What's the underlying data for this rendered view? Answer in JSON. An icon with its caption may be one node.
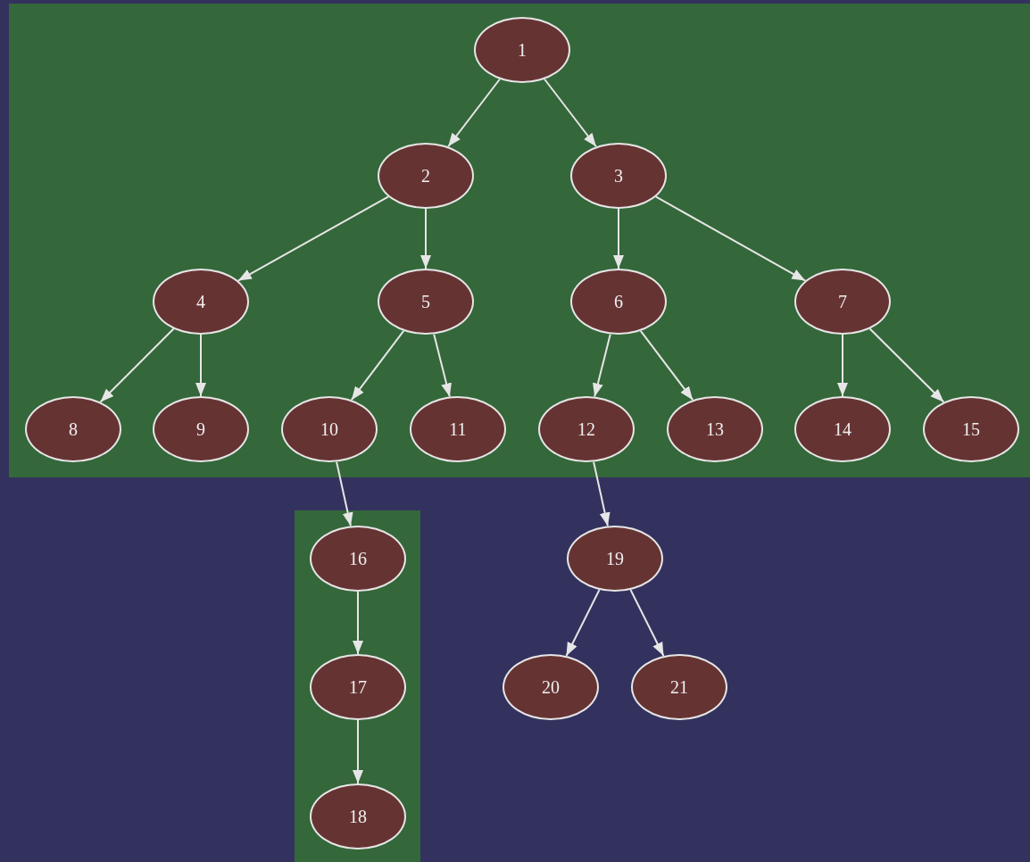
{
  "diagram": {
    "nodes": [
      {
        "text": [],
        "shape": "box"
      },
      {
        "text": [
          "1"
        ],
        "in": 0
      },
      {
        "text": [
          "2"
        ],
        "in": 0
      },
      {
        "text": [
          "3"
        ],
        "in": 0
      },
      {
        "text": [
          "4"
        ],
        "in": 0
      },
      {
        "text": [
          "5"
        ],
        "in": 0
      },
      {
        "text": [
          "6"
        ],
        "in": 0
      },
      {
        "text": [
          "7"
        ],
        "in": 0
      },
      {
        "text": [
          "8"
        ],
        "in": 0
      },
      {
        "text": [
          "9"
        ],
        "in": 0
      },
      {
        "text": [
          "10"
        ],
        "in": 0
      },
      {
        "text": [
          "11"
        ],
        "in": 0
      },
      {
        "text": [
          "12"
        ],
        "in": 0
      },
      {
        "text": [
          "13"
        ],
        "in": 0
      },
      {
        "text": [
          "14"
        ],
        "in": 0
      },
      {
        "text": [
          "15"
        ],
        "in": 0
      },
      {
        "text": [],
        "shape": "box"
      },
      {
        "text": [
          "16"
        ],
        "in": 16
      },
      {
        "text": [
          "17"
        ],
        "in": 16
      },
      {
        "text": [
          "18"
        ],
        "in": 16
      },
      {
        "text": [
          "19"
        ]
      },
      {
        "text": [
          "20"
        ]
      },
      {
        "text": [
          "21"
        ]
      }
    ],
    "edges": [
      {
        "from": 1,
        "to": 2,
        "arrow": "to"
      },
      {
        "from": 1,
        "to": 3,
        "arrow": "to"
      },
      {
        "from": 2,
        "to": 4,
        "arrow": "to"
      },
      {
        "from": 2,
        "to": 5,
        "arrow": "to"
      },
      {
        "from": 3,
        "to": 6,
        "arrow": "to"
      },
      {
        "from": 3,
        "to": 7,
        "arrow": "to"
      },
      {
        "from": 4,
        "to": 8,
        "arrow": "to"
      },
      {
        "from": 4,
        "to": 9,
        "arrow": "to"
      },
      {
        "from": 5,
        "to": 10,
        "arrow": "to"
      },
      {
        "from": 5,
        "to": 11,
        "arrow": "to"
      },
      {
        "from": 6,
        "to": 12,
        "arrow": "to"
      },
      {
        "from": 6,
        "to": 13,
        "arrow": "to"
      },
      {
        "from": 7,
        "to": 14,
        "arrow": "to"
      },
      {
        "from": 7,
        "to": 15,
        "arrow": "to"
      },
      {
        "from": 10,
        "to": 17,
        "arrow": "to"
      },
      {
        "from": 12,
        "to": 20,
        "arrow": "to"
      },
      {
        "from": 17,
        "to": 18,
        "arrow": "to"
      },
      {
        "from": 18,
        "to": 19,
        "arrow": "to"
      },
      {
        "from": 20,
        "to": 21,
        "arrow": "to"
      },
      {
        "from": 20,
        "to": 22,
        "arrow": "to"
      }
    ]
  }
}
